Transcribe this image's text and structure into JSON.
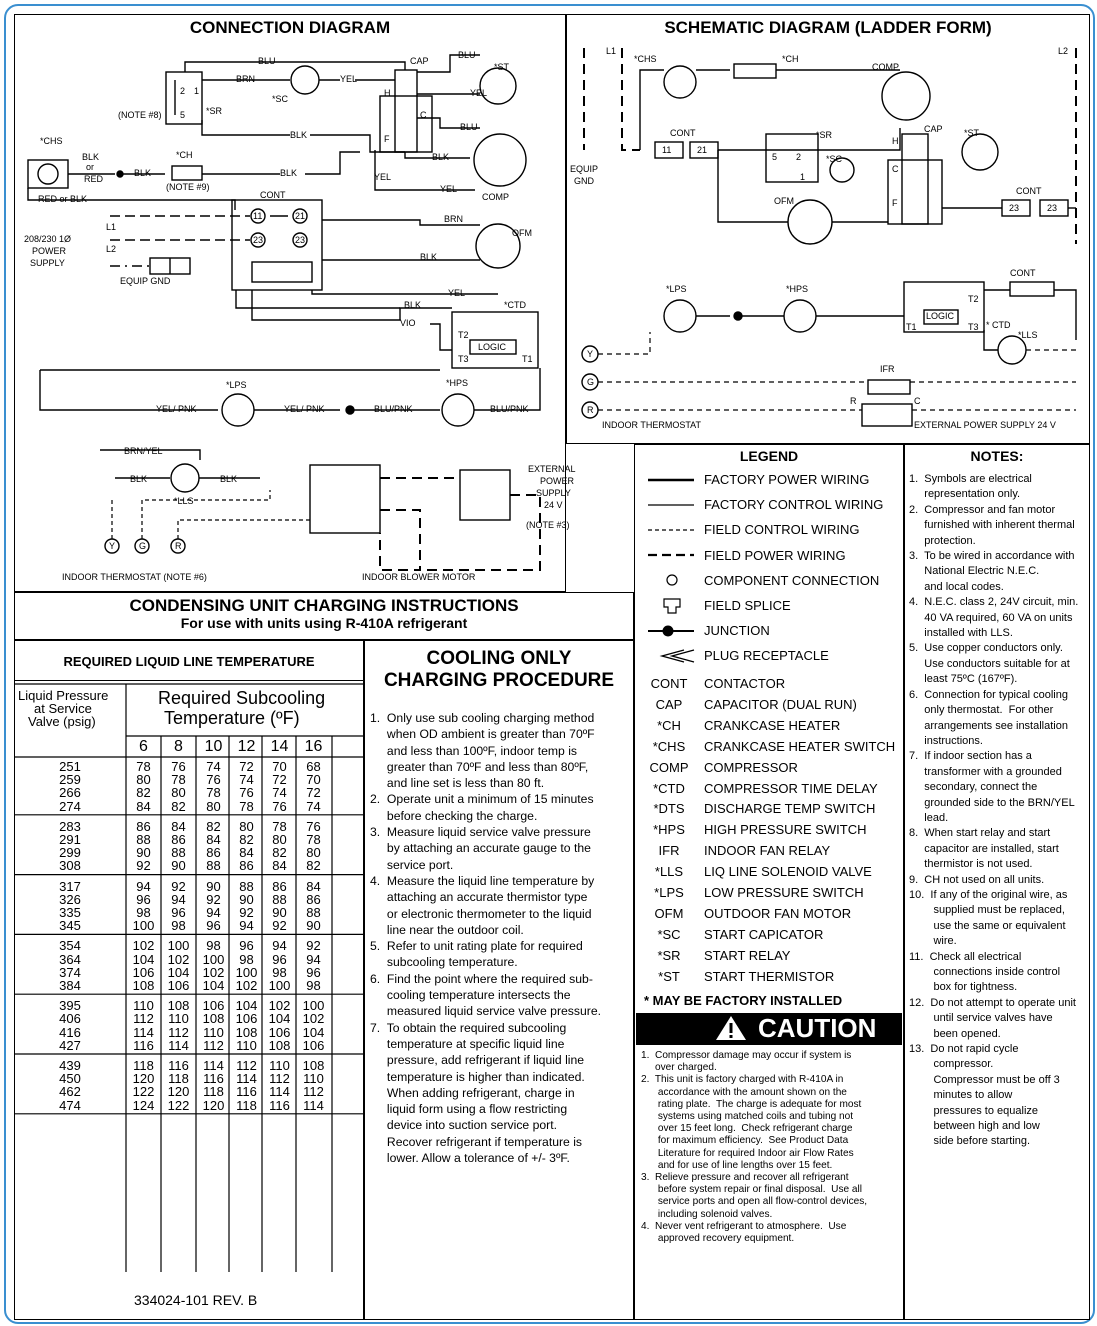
{
  "connection": {
    "title": "CONNECTION  DIAGRAM",
    "labels": {
      "blu1": "BLU",
      "brn": "BRN",
      "cap": "CAP",
      "blu2": "BLU",
      "st": "*ST",
      "sr2": "2",
      "sr1": "1",
      "sr5": "5",
      "note8": "(NOTE #8)",
      "sr": "*SR",
      "sc": "*SC",
      "yel1": "YEL",
      "yel2": "YEL",
      "h": "H",
      "c": "C",
      "f": "F",
      "blk1": "BLK",
      "blu3": "BLU",
      "chs": "*CHS",
      "ch": "*CH",
      "blkor": "BLK",
      "or": "or",
      "red": "RED",
      "blk2": "BLK",
      "note9": "(NOTE #9)",
      "blk3": "BLK",
      "blk4": "BLK",
      "yel3": "YEL",
      "yel4": "YEL",
      "comp": "COMP",
      "redorblk": "RED or BLK",
      "cont": "CONT",
      "c11": "11",
      "c21": "21",
      "l1": "L1",
      "l2": "L2",
      "c23a": "23",
      "c23b": "23",
      "supply1": "208/230 1Ø",
      "supply2": "POWER",
      "supply3": "SUPPLY",
      "equip": "EQUIP  GND",
      "brn2": "BRN",
      "ofm": "OFM",
      "blk5": "BLK",
      "yel5": "YEL",
      "blk6": "BLK",
      "vio": "VIO",
      "ctd": "*CTD",
      "t2": "T2",
      "t3": "T3",
      "t1": "T1",
      "logic": "LOGIC",
      "lps": "*LPS",
      "hps": "*HPS",
      "yelpnk1": "YEL/ PNK",
      "yelpnk2": "YEL/ PNK",
      "blupnk1": "BLU/PNK",
      "blupnk2": "BLU/PNK",
      "brnyel": "BRN/YEL",
      "blk7": "BLK",
      "blk8": "BLK",
      "lls": "*LLS",
      "ext1": "EXTERNAL",
      "ext2": "POWER",
      "ext3": "SUPPLY",
      "ext4": "24 V",
      "note3": "(NOTE #3)",
      "y": "Y",
      "g": "G",
      "r": "R",
      "thermostat": "INDOOR THERMOSTAT  (NOTE #6)",
      "blower": "INDOOR BLOWER MOTOR"
    }
  },
  "schematic": {
    "title": "SCHEMATIC DIAGRAM  (LADDER FORM)",
    "labels": {
      "l1": "L1",
      "l2": "L2",
      "chs": "*CHS",
      "ch": "*CH",
      "comp": "COMP",
      "cont1": "CONT",
      "c11": "11",
      "c21": "21",
      "sr": "*SR",
      "cap": "CAP",
      "st": "*ST",
      "sr5": "5",
      "sr2": "2",
      "sr1": "1",
      "sc": "*SC",
      "h": "H",
      "c": "C",
      "f": "F",
      "equip1": "EQUIP",
      "equip2": "GND",
      "ofm": "OFM",
      "cont2": "CONT",
      "c23a": "23",
      "c23b": "23",
      "lps": "*LPS",
      "hps": "*HPS",
      "cont3": "CONT",
      "t2": "T2",
      "t1": "T1",
      "t3": "T3",
      "logic": "LOGIC",
      "ctd": "* CTD",
      "lls": "*LLS",
      "ifr": "IFR",
      "r": "R",
      "c2": "C",
      "y": "Y",
      "g": "G",
      "rr": "R",
      "thermostat": "INDOOR THERMOSTAT",
      "ext": "EXTERNAL POWER SUPPLY 24 V"
    }
  },
  "legend": {
    "title": "LEGEND",
    "lines": [
      "FACTORY POWER WIRING",
      "FACTORY CONTROL WIRING",
      "FIELD CONTROL WIRING",
      "FIELD POWER WIRING",
      "COMPONENT CONNECTION",
      "FIELD SPLICE",
      "JUNCTION",
      "PLUG RECEPTACLE"
    ],
    "abbrevs": [
      {
        "ab": "CONT",
        "desc": "CONTACTOR"
      },
      {
        "ab": "CAP",
        "desc": "CAPACITOR (DUAL RUN)"
      },
      {
        "ab": "*CH",
        "desc": "CRANKCASE HEATER"
      },
      {
        "ab": "*CHS",
        "desc": "CRANKCASE HEATER SWITCH"
      },
      {
        "ab": "COMP",
        "desc": "COMPRESSOR"
      },
      {
        "ab": "*CTD",
        "desc": "COMPRESSOR TIME DELAY"
      },
      {
        "ab": "*DTS",
        "desc": "DISCHARGE TEMP SWITCH"
      },
      {
        "ab": "*HPS",
        "desc": "HIGH PRESSURE SWITCH"
      },
      {
        "ab": "IFR",
        "desc": "INDOOR FAN RELAY"
      },
      {
        "ab": "*LLS",
        "desc": "LIQ LINE SOLENOID VALVE"
      },
      {
        "ab": "*LPS",
        "desc": "LOW PRESSURE SWITCH"
      },
      {
        "ab": "OFM",
        "desc": "OUTDOOR FAN MOTOR"
      },
      {
        "ab": "*SC",
        "desc": "START CAPICATOR"
      },
      {
        "ab": "*SR",
        "desc": "START RELAY"
      },
      {
        "ab": "*ST",
        "desc": "START THERMISTOR"
      }
    ],
    "factory": "* MAY BE FACTORY INSTALLED"
  },
  "notes": {
    "title": "NOTES:",
    "items": [
      "1.  Symbols are electrical",
      "     representation only.",
      "2.  Compressor and fan motor",
      "     furnished with inherent thermal",
      "     protection.",
      "3.  To be wired in accordance with",
      "     National Electric N.E.C.",
      "     and local codes.",
      "4.  N.E.C. class 2, 24V circuit, min.",
      "     40 VA required, 60 VA on units",
      "     installed with LLS.",
      "5.  Use copper conductors only.",
      "     Use conductors suitable for at",
      "     least 75ºC (167ºF).",
      "6.  Connection for typical cooling",
      "     only thermostat.  For other",
      "     arrangements see installation",
      "     instructions.",
      "7.  If indoor section has a",
      "     transformer with a grounded",
      "     secondary, connect the",
      "     grounded side to the BRN/YEL",
      "     lead.",
      "8.  When start relay and start",
      "     capacitor are installed, start",
      "     thermistor is not used.",
      "9.  CH not used on all units.",
      "10.  If any of the original wire, as",
      "        supplied must be replaced,",
      "        use the same or equivalent",
      "        wire.",
      "11.  Check all electrical",
      "        connections inside control",
      "        box for tightness.",
      "12.  Do not attempt to operate unit",
      "        until service valves have",
      "        been opened.",
      "13.  Do not rapid cycle",
      "        compressor.",
      "        Compressor must be off 3",
      "        minutes to allow",
      "        pressures to equalize",
      "        between high and low",
      "        side before starting."
    ]
  },
  "caution": {
    "title": "CAUTION",
    "icon": "warning-icon",
    "items": [
      "1.  Compressor damage may occur if system is",
      "     over charged.",
      "2.  This unit is factory charged with R-410A in",
      "      accordance with the amount shown on the",
      "      rating plate.  The charge is adequate for most",
      "      systems using matched coils and tubing not",
      "      over 15 feet long.  Check refrigerant charge",
      "      for maximum efficiency.  See Product Data",
      "      Literature for required Indoor air Flow Rates",
      "      and for use of line lengths over 15 feet.",
      "3.  Relieve pressure and recover all refrigerant",
      "      before system repair or final disposal.  Use all",
      "      service ports and open all flow-control devices,",
      "      including solenoid valves.",
      "4.  Never vent refrigerant to atmosphere.  Use",
      "      approved recovery equipment."
    ]
  },
  "charging": {
    "title": "CONDENSING UNIT CHARGING INSTRUCTIONS",
    "subtitle": "For use with units using R-410A refrigerant",
    "table_title": "REQUIRED LIQUID LINE TEMPERATURE",
    "col_head1": "Liquid Pressure",
    "col_head2": "at Service",
    "col_head3": "Valve (psig)",
    "sub_head1": "Required Subcooling",
    "sub_head2": "Temperature  (ºF)",
    "subcool": [
      "6",
      "8",
      "10",
      "12",
      "14",
      "16"
    ],
    "groups": [
      [
        [
          "251",
          "78",
          "76",
          "74",
          "72",
          "70",
          "68"
        ],
        [
          "259",
          "80",
          "78",
          "76",
          "74",
          "72",
          "70"
        ],
        [
          "266",
          "82",
          "80",
          "78",
          "76",
          "74",
          "72"
        ],
        [
          "274",
          "84",
          "82",
          "80",
          "78",
          "76",
          "74"
        ]
      ],
      [
        [
          "283",
          "86",
          "84",
          "82",
          "80",
          "78",
          "76"
        ],
        [
          "291",
          "88",
          "86",
          "84",
          "82",
          "80",
          "78"
        ],
        [
          "299",
          "90",
          "88",
          "86",
          "84",
          "82",
          "80"
        ],
        [
          "308",
          "92",
          "90",
          "88",
          "86",
          "84",
          "82"
        ]
      ],
      [
        [
          "317",
          "94",
          "92",
          "90",
          "88",
          "86",
          "84"
        ],
        [
          "326",
          "96",
          "94",
          "92",
          "90",
          "88",
          "86"
        ],
        [
          "335",
          "98",
          "96",
          "94",
          "92",
          "90",
          "88"
        ],
        [
          "345",
          "100",
          "98",
          "96",
          "94",
          "92",
          "90"
        ]
      ],
      [
        [
          "354",
          "102",
          "100",
          "98",
          "96",
          "94",
          "92"
        ],
        [
          "364",
          "104",
          "102",
          "100",
          "98",
          "96",
          "94"
        ],
        [
          "374",
          "106",
          "104",
          "102",
          "100",
          "98",
          "96"
        ],
        [
          "384",
          "108",
          "106",
          "104",
          "102",
          "100",
          "98"
        ]
      ],
      [
        [
          "395",
          "110",
          "108",
          "106",
          "104",
          "102",
          "100"
        ],
        [
          "406",
          "112",
          "110",
          "108",
          "106",
          "104",
          "102"
        ],
        [
          "416",
          "114",
          "112",
          "110",
          "108",
          "106",
          "104"
        ],
        [
          "427",
          "116",
          "114",
          "112",
          "110",
          "108",
          "106"
        ]
      ],
      [
        [
          "439",
          "118",
          "116",
          "114",
          "112",
          "110",
          "108"
        ],
        [
          "450",
          "120",
          "118",
          "116",
          "114",
          "112",
          "110"
        ],
        [
          "462",
          "122",
          "120",
          "118",
          "116",
          "114",
          "112"
        ],
        [
          "474",
          "124",
          "122",
          "120",
          "118",
          "116",
          "114"
        ]
      ]
    ],
    "doc_id": "334024-101 REV. B",
    "procedure_title1": "COOLING ONLY",
    "procedure_title2": "CHARGING PROCEDURE",
    "steps": [
      "1.  Only use sub cooling charging method",
      "     when OD ambient is greater than 70ºF",
      "     and less than 100ºF, indoor temp is",
      "     greater than 70ºF and less than 80ºF,",
      "     and line set is less than 80 ft.",
      "2.  Operate unit a minimum of 15 minutes",
      "     before checking the charge.",
      "3.  Measure liquid service valve pressure",
      "     by attaching an accurate gauge to the",
      "     service port.",
      "4.  Measure the liquid line temperature by",
      "     attaching an accurate thermistor type",
      "     or electronic thermometer to the liquid",
      "     line near the outdoor coil.",
      "5.  Refer to unit rating plate for required",
      "     subcooling temperature.",
      "6.  Find the point where the required sub-",
      "     cooling temperature intersects the",
      "     measured liquid service valve pressure.",
      "7.  To obtain the required subcooling",
      "     temperature at specific liquid line",
      "     pressure, add refrigerant if liquid line",
      "     temperature is higher than indicated.",
      "     When adding refrigerant, charge in",
      "     liquid form using a flow restricting",
      "     device into suction service port.",
      "     Recover refrigerant if temperature is",
      "     lower. Allow a tolerance of +/- 3ºF."
    ]
  }
}
